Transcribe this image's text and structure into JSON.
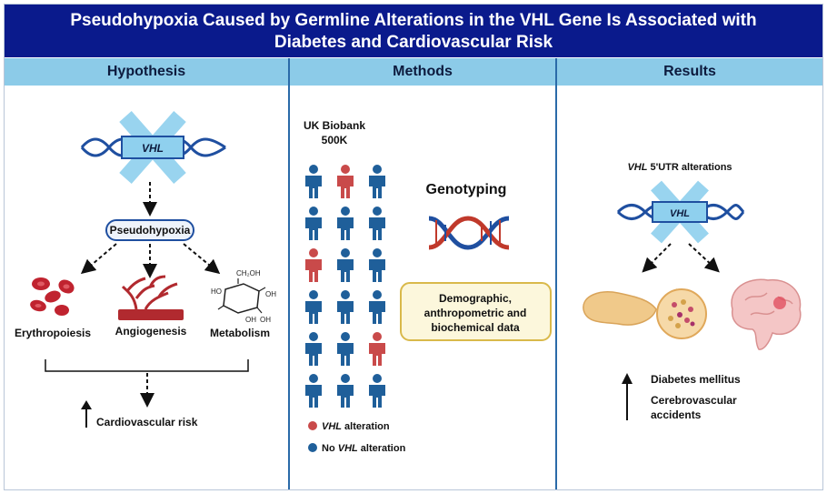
{
  "title_line1": "Pseudohypoxia Caused by Germline Alterations in the VHL Gene Is Associated with",
  "title_line2": "Diabetes and Cardiovascular Risk",
  "columns": {
    "hypothesis": "Hypothesis",
    "methods": "Methods",
    "results": "Results"
  },
  "hypothesis": {
    "gene_label": "VHL",
    "pseudohypoxia": "Pseudohypoxia",
    "erythropoiesis": "Erythropoiesis",
    "angiogenesis": "Angiogenesis",
    "metabolism": "Metabolism",
    "cardiovascular_risk": "Cardiovascular risk",
    "glucose_ch2oh": "CH₂OH",
    "glucose_ho": "HO",
    "glucose_oh1": "OH",
    "glucose_oh2": "OH",
    "glucose_oh3": "OH"
  },
  "methods": {
    "biobank_line1": "UK Biobank",
    "biobank_line2": "500K",
    "genotyping": "Genotyping",
    "data_line1": "Demographic,",
    "data_line2": "anthropometric and",
    "data_line3": "biochemical data",
    "legend_alteration_italic": "VHL",
    "legend_alteration_rest": " alteration",
    "legend_no_prefix": "No ",
    "legend_no_italic": "VHL",
    "legend_no_rest": " alteration"
  },
  "results": {
    "utr_italic": "VHL",
    "utr_rest": " 5'UTR alterations",
    "gene_label": "VHL",
    "diabetes": "Diabetes mellitus",
    "cerebro_line1": "Cerebrovascular",
    "cerebro_line2": "accidents"
  },
  "colors": {
    "title_bg": "#0a1a8c",
    "header_bg": "#8ccbe8",
    "divider": "#2a6aa8",
    "person_blue": "#1f5f9a",
    "person_red": "#c94a4a",
    "x_mark": "#8fd0ee",
    "dna_blue": "#1f4fa0",
    "data_box_bg": "#fcf7dc",
    "data_box_border": "#d9b94a"
  },
  "icons": [
    "dna-icon",
    "x-mark-icon",
    "red-blood-cells-icon",
    "blood-vessel-icon",
    "glucose-molecule-icon",
    "person-icon",
    "double-helix-icon",
    "pancreas-icon",
    "islet-cells-icon",
    "brain-icon",
    "up-arrow-icon"
  ]
}
